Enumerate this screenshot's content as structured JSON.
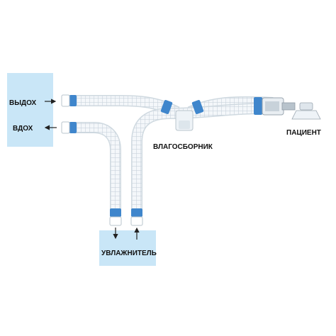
{
  "labels": {
    "exhale": "ВЫДОХ",
    "inhale": "ВДОХ",
    "water_trap": "ВЛАГОСБОРНИК",
    "patient": "ПАЦИЕНТ",
    "humidifier": "УВЛАЖНИТЕЛЬ"
  },
  "colors": {
    "device_box": "#c9e6f7",
    "hose_fill": "#f2f6f9",
    "hose_rib": "#cfd9e0",
    "cuff": "#3f86cc",
    "arrow": "#222222"
  }
}
